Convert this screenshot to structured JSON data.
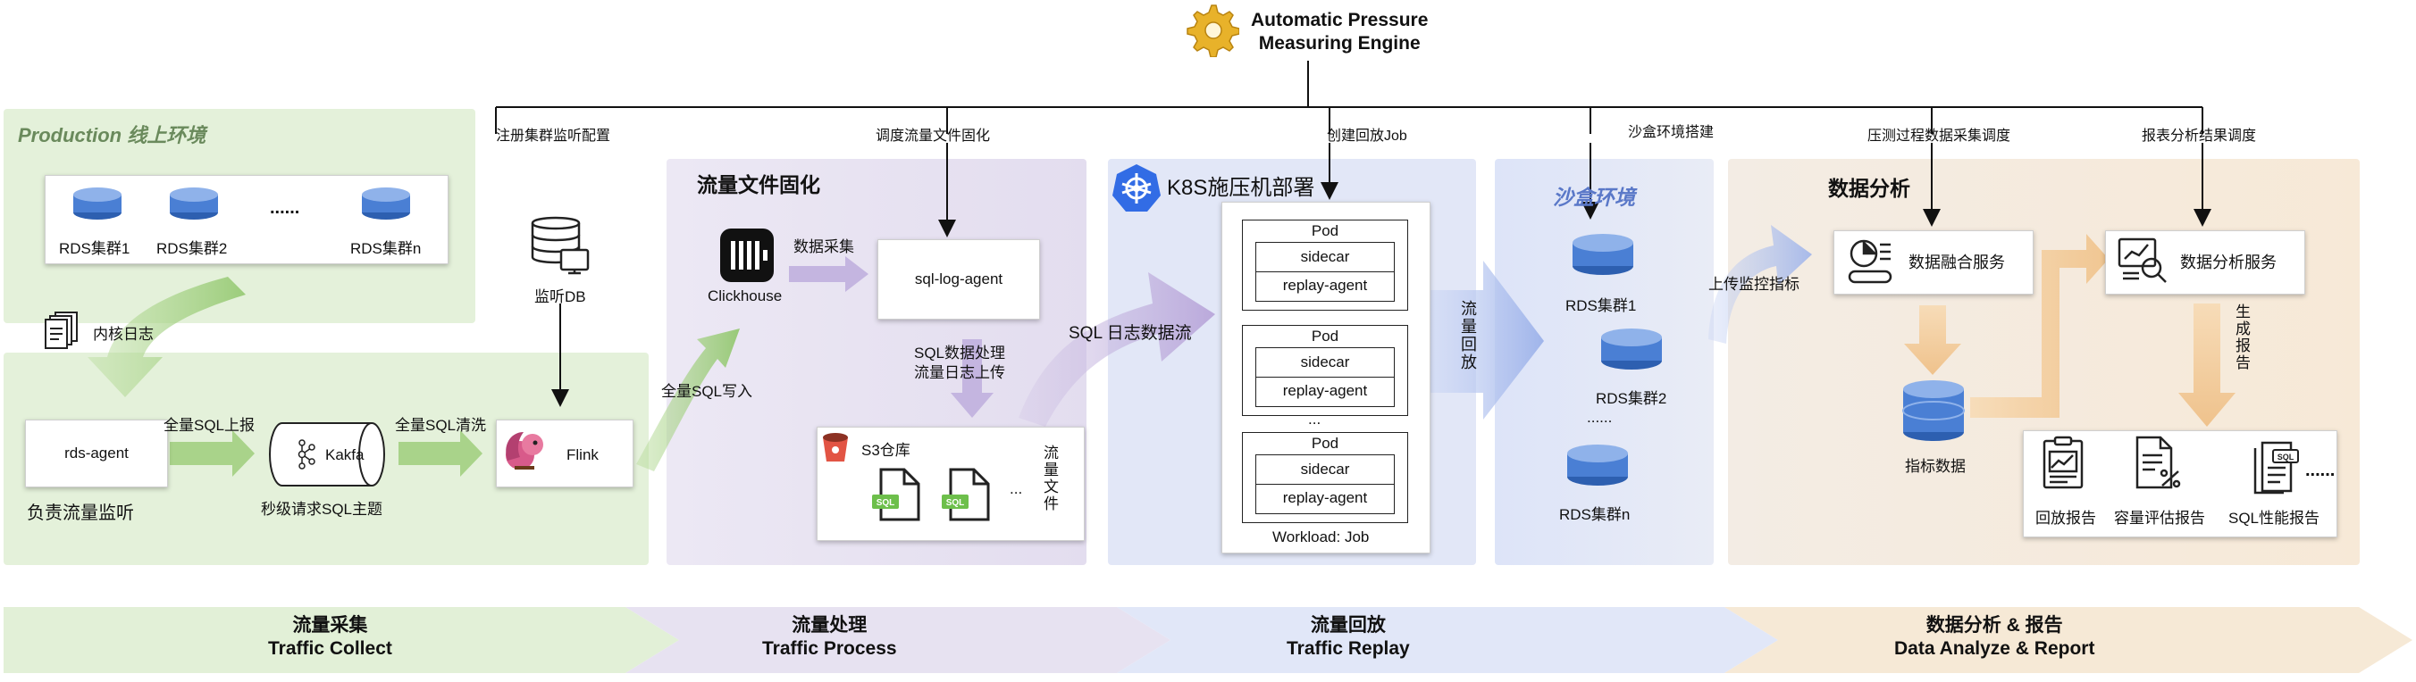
{
  "engine": {
    "title_line1": "Automatic Pressure",
    "title_line2": "Measuring Engine"
  },
  "top_labels": {
    "register": "注册集群监听配置",
    "schedule_file": "调度流量文件固化",
    "create_job": "创建回放Job",
    "sandbox_setup": "沙盒环境搭建",
    "collect_schedule": "压测过程数据采集调度",
    "report_schedule": "报表分析结果调度"
  },
  "production": {
    "title": "Production 线上环境",
    "rds": [
      "RDS集群1",
      "RDS集群2",
      "......",
      "RDS集群n"
    ],
    "kernel_log": "内核日志",
    "rds_agent": "rds-agent",
    "listen": "负责流量监听",
    "full_sql_report": "全量SQL上报",
    "kafka": "Kakfa",
    "kafka_topic": "秒级请求SQL主题",
    "full_sql_clean": "全量SQL清洗",
    "flink": "Flink"
  },
  "monitor_db": "监听DB",
  "process": {
    "title": "流量文件固化",
    "clickhouse": "Clickhouse",
    "data_collect": "数据采集",
    "full_sql_write": "全量SQL写入",
    "sql_log_agent": "sql-log-agent",
    "sql_proc_line1": "SQL数据处理",
    "sql_proc_line2": "流量日志上传",
    "s3": "S3仓库",
    "file_ext": "SQL",
    "ellipsis": "...",
    "traffic_file": "流量文件"
  },
  "sql_stream": "SQL 日志数据流",
  "k8s": {
    "title": "K8S施压机部署",
    "pods": [
      {
        "name": "Pod",
        "sidecar": "sidecar",
        "agent": "replay-agent"
      },
      {
        "name": "Pod",
        "sidecar": "sidecar",
        "agent": "replay-agent"
      },
      {
        "name": "Pod",
        "sidecar": "sidecar",
        "agent": "replay-agent"
      }
    ],
    "dots": "...",
    "workload": "Workload: Job"
  },
  "replay_arrow": "流量回放",
  "sandbox": {
    "title": "沙盒环境",
    "rds1": "RDS集群1",
    "rds2": "RDS集群2",
    "dots": "......",
    "rdsn": "RDS集群n"
  },
  "upload_monitor": "上传监控指标",
  "analysis": {
    "title": "数据分析",
    "fusion": "数据融合服务",
    "analysis_service": "数据分析服务",
    "metrics": "指标数据",
    "gen_report": "生成报告",
    "reports": [
      "回放报告",
      "容量评估报告",
      "SQL性能报告"
    ],
    "report_dots": "......"
  },
  "stages": [
    {
      "cn": "流量采集",
      "en": "Traffic Collect"
    },
    {
      "cn": "流量处理",
      "en": "Traffic Process"
    },
    {
      "cn": "流量回放",
      "en": "Traffic Replay"
    },
    {
      "cn": "数据分析 & 报告",
      "en": "Data Analyze & Report"
    }
  ],
  "colors": {
    "green_panel": "#e6f2dd",
    "purple_panel": "#e9e4f2",
    "blue_panel": "#e3e8f8",
    "orange_panel": "#f7ead8",
    "db_blue": "#4a7fd4",
    "k8s_blue": "#326ce5"
  }
}
